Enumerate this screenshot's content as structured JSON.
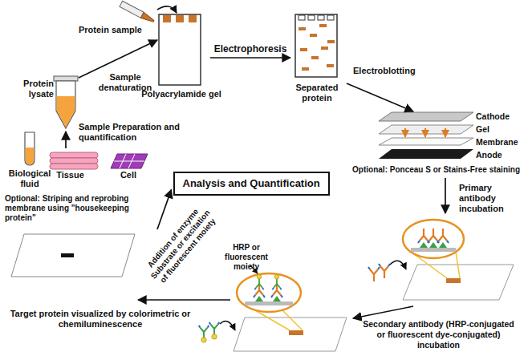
{
  "diagram": {
    "nodes": [
      {
        "text": [
          "Biological fluid",
          "Tissue",
          "Cell"
        ]
      },
      {
        "text": [
          "Protein lysate"
        ]
      },
      {
        "text": [
          "Polyacrylamide gel"
        ]
      },
      {
        "text": [
          "Separated protein"
        ]
      },
      {
        "text": [
          "Cathode",
          "Gel",
          "Membrane",
          "Anode"
        ]
      },
      {
        "text": [
          "Primary antibody incubation"
        ]
      },
      {
        "text": [
          "Secondary antibody (HRP-conjugated or fluorescent dye-conjugated) incubation"
        ]
      },
      {
        "text": [
          "Target protein visualized by colorimetric or chemiluminescence"
        ]
      },
      {
        "text": [
          "Analysis and Quantification"
        ]
      }
    ],
    "edges": [
      {
        "from": 0,
        "to": 1,
        "arrow": "to",
        "label": "Sample Preparation and quantification"
      },
      {
        "from": 1,
        "to": 2,
        "arrow": "to",
        "label": "Sample denaturation"
      },
      {
        "from": 2,
        "to": 3,
        "arrow": "to",
        "label": "Electrophoresis"
      },
      {
        "from": 3,
        "to": 4,
        "arrow": "to",
        "label": "Electroblotting"
      },
      {
        "from": 4,
        "to": 5,
        "arrow": "to"
      },
      {
        "from": 5,
        "to": 6,
        "arrow": "to"
      },
      {
        "from": 6,
        "to": 7,
        "arrow": "to",
        "label": "Addition of enzyme Substrate or excitation of fluorescent moiety"
      },
      {
        "from": 7,
        "to": 8,
        "arrow": "to",
        "label": "Optional: Striping and reprobing membrane using \"housekeeping protein\""
      }
    ],
    "labels": [
      "Protein sample",
      "Optional: Ponceau S or Stains-Free staining",
      "HRP or fluorescent moiety"
    ]
  }
}
